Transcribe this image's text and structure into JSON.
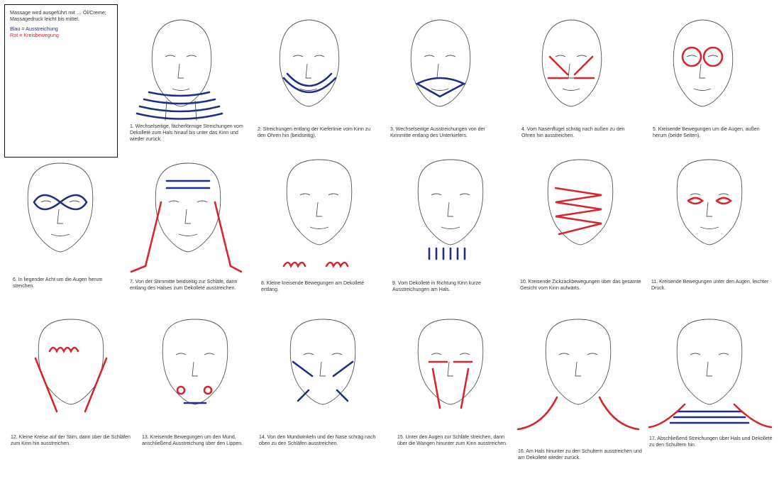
{
  "legend": {
    "intro": "Massage wird ausgeführt mit … Öl/Creme; Massagedruck leicht bis mittel.",
    "blue_label": "Blau = Ausstreichung",
    "red_label": "Rot = Kreisbewegung"
  },
  "captions": [
    "1. Wechselseitige, fächerförmige Streichungen vom Dekolleté zum Hals hinauf bis unter das Kinn und wieder zurück.",
    "2. Streichungen entlang der Kieferlinie vom Kinn zu den Ohren hin (beidseitig).",
    "3. Wechselseitige Ausstreichungen von der Kinnmitte entlang des Unterkiefers.",
    "4. Vom Nasenflügel schräg nach außen zu den Ohren hin ausstreichen.",
    "5. Kreisende Bewegungen um die Augen, außen herum (beide Seiten).",
    "6. In liegender Acht um die Augen herum streichen.",
    "7. Von der Stirnmitte beidseitig zur Schläfe, dann entlang des Halses zum Dekolleté ausstreichen.",
    "8. Kleine kreisende Bewegungen am Dekolleté entlang.",
    "9. Vom Dekolleté in Richtung Kinn kurze Ausstreichungen am Hals.",
    "10. Kreisende Zickzackbewegungen über das gesamte Gesicht vom Kinn aufwärts.",
    "11. Kreisende Bewegungen unter den Augen, leichter Druck.",
    "12. Kleine Kreise auf der Stirn, dann über die Schläfen zum Kinn hin ausstreichen.",
    "13. Kreisende Bewegungen um den Mund, anschließend Ausstreichung über den Lippen.",
    "14. Von den Mundwinkeln und der Nase schräg nach oben zu den Schläfen ausstreichen.",
    "15. Unter den Augen zur Schläfe streichen, dann über die Wangen hinunter zum Kinn ausstreichen.",
    "16. Am Hals hinunter zu den Schultern ausstreichen und am Dekolleté wieder zurück.",
    "17. Abschließend Streichungen über Hals und Dekolleté zu den Schultern hin."
  ]
}
